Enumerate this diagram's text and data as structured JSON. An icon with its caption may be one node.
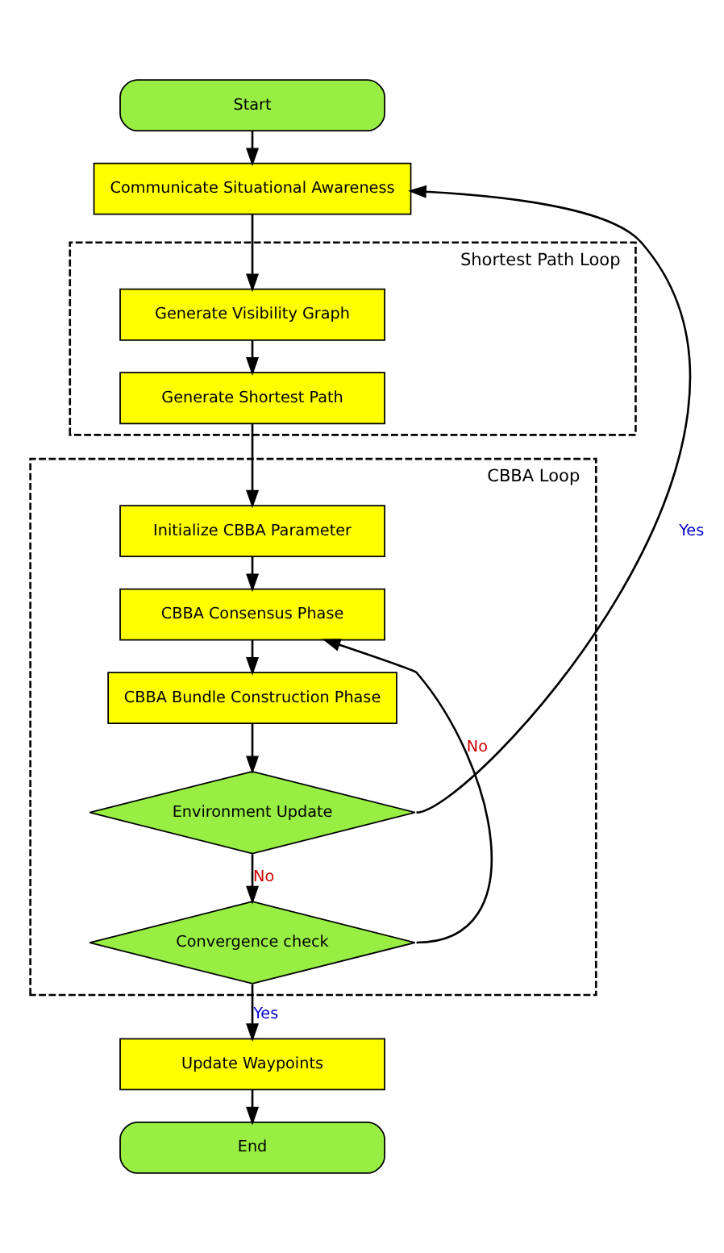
{
  "diagram": {
    "nodes": [
      {
        "text": [
          "Start"
        ]
      },
      {
        "text": [
          "Communicate Situational Awareness"
        ]
      },
      {
        "text": [
          "Shortest Path Loop"
        ]
      },
      {
        "text": [
          "Generate Visibility Graph"
        ],
        "in": 2
      },
      {
        "text": [
          "Generate Shortest Path"
        ],
        "in": 2
      },
      {
        "text": [
          "CBBA Loop"
        ]
      },
      {
        "text": [
          "Initialize CBBA Parameter"
        ],
        "in": 5
      },
      {
        "text": [
          "CBBA Consensus Phase"
        ],
        "in": 5
      },
      {
        "text": [
          "CBBA Bundle Construction Phase"
        ],
        "in": 5
      },
      {
        "text": [
          "Environment Update"
        ],
        "in": 5
      },
      {
        "text": [
          "Convergence check"
        ],
        "in": 5
      },
      {
        "text": [
          "Update Waypoints"
        ]
      },
      {
        "text": [
          "End"
        ]
      }
    ],
    "edges": [
      {
        "from": 0,
        "to": 1,
        "arrow": "to"
      },
      {
        "from": 1,
        "to": 3,
        "arrow": "to"
      },
      {
        "from": 3,
        "to": 4,
        "arrow": "to"
      },
      {
        "from": 4,
        "to": 6,
        "arrow": "to"
      },
      {
        "from": 6,
        "to": 7,
        "arrow": "to"
      },
      {
        "from": 7,
        "to": 8,
        "arrow": "to"
      },
      {
        "from": 8,
        "to": 9,
        "arrow": "to"
      },
      {
        "from": 9,
        "to": 1,
        "arrow": "to",
        "label": "Yes"
      },
      {
        "from": 9,
        "to": 10,
        "arrow": "to",
        "label": "No"
      },
      {
        "from": 10,
        "to": 7,
        "arrow": "to",
        "label": "No"
      },
      {
        "from": 10,
        "to": 11,
        "arrow": "to",
        "label": "Yes"
      },
      {
        "from": 11,
        "to": 12,
        "arrow": "to"
      }
    ]
  }
}
